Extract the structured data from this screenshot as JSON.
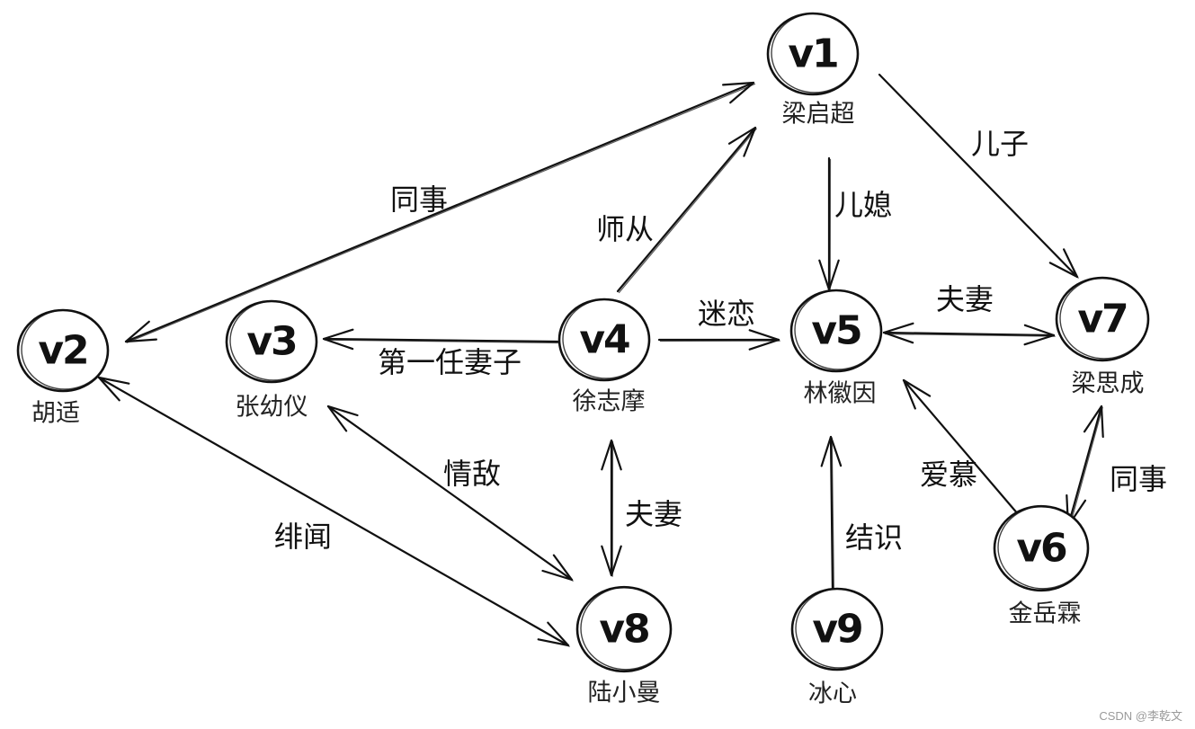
{
  "nodes": [
    {
      "id": "v1",
      "label": "v1",
      "name": "梁启超"
    },
    {
      "id": "v2",
      "label": "v2",
      "name": "胡适"
    },
    {
      "id": "v3",
      "label": "v3",
      "name": "张幼仪"
    },
    {
      "id": "v4",
      "label": "v4",
      "name": "徐志摩"
    },
    {
      "id": "v5",
      "label": "v5",
      "name": "林徽因"
    },
    {
      "id": "v6",
      "label": "v6",
      "name": "金岳霖"
    },
    {
      "id": "v7",
      "label": "v7",
      "name": "梁思成"
    },
    {
      "id": "v8",
      "label": "v8",
      "name": "陆小曼"
    },
    {
      "id": "v9",
      "label": "v9",
      "name": "冰心"
    }
  ],
  "edges": [
    {
      "id": "e-v1-v2",
      "from": "v1",
      "to": "v2",
      "label": "同事",
      "bidirectional": true
    },
    {
      "id": "e-v1-v7",
      "from": "v1",
      "to": "v7",
      "label": "儿子",
      "bidirectional": false
    },
    {
      "id": "e-v1-v5",
      "from": "v1",
      "to": "v5",
      "label": "儿媳",
      "bidirectional": false
    },
    {
      "id": "e-v4-v1",
      "from": "v4",
      "to": "v1",
      "label": "师从",
      "bidirectional": false
    },
    {
      "id": "e-v4-v3",
      "from": "v4",
      "to": "v3",
      "label": "第一任妻子",
      "bidirectional": false
    },
    {
      "id": "e-v4-v5",
      "from": "v4",
      "to": "v5",
      "label": "迷恋",
      "bidirectional": false
    },
    {
      "id": "e-v5-v7",
      "from": "v5",
      "to": "v7",
      "label": "夫妻",
      "bidirectional": true
    },
    {
      "id": "e-v2-v8",
      "from": "v2",
      "to": "v8",
      "label": "绯闻",
      "bidirectional": true
    },
    {
      "id": "e-v3-v8",
      "from": "v3",
      "to": "v8",
      "label": "情敌",
      "bidirectional": true
    },
    {
      "id": "e-v4-v8",
      "from": "v4",
      "to": "v8",
      "label": "夫妻",
      "bidirectional": true
    },
    {
      "id": "e-v9-v5",
      "from": "v9",
      "to": "v5",
      "label": "结识",
      "bidirectional": false
    },
    {
      "id": "e-v6-v5",
      "from": "v6",
      "to": "v5",
      "label": "爱慕",
      "bidirectional": false
    },
    {
      "id": "e-v6-v7",
      "from": "v6",
      "to": "v7",
      "label": "同事",
      "bidirectional": true
    }
  ],
  "watermark": "CSDN @李乾文"
}
